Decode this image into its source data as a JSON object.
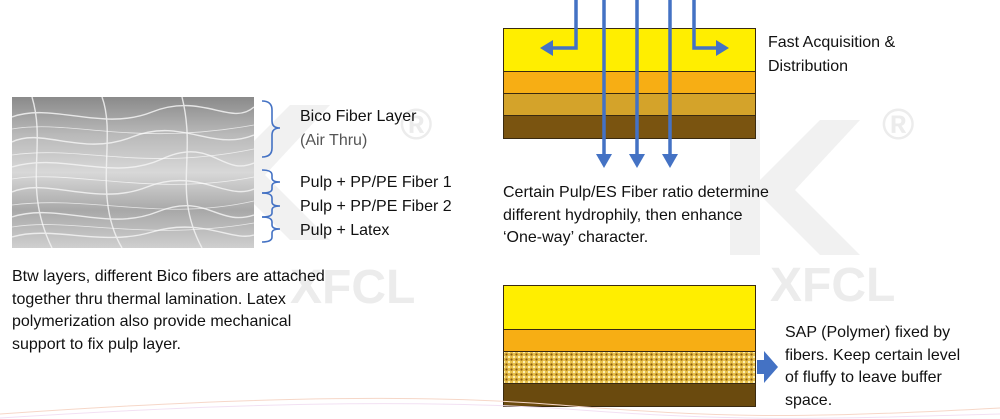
{
  "colors": {
    "yellow": "#FFEE00",
    "orange": "#F7AE14",
    "tan": "#D4A32A",
    "brown": "#7A5410",
    "dark_brown": "#6A4A0E",
    "arrow_blue": "#4472C4"
  },
  "left_panel": {
    "photo_icon": "fiber-texture-photo",
    "layer_labels": {
      "bico_line1": "Bico Fiber Layer",
      "bico_line2": "(Air Thru)",
      "pulp1": "Pulp + PP/PE Fiber 1",
      "pulp2": "Pulp + PP/PE Fiber 2",
      "pulp3": "Pulp + Latex"
    },
    "description": [
      "Btw layers, different Bico fibers are attached",
      "together thru thermal lamination. Latex",
      "polymerization also provide mechanical",
      "support to fix pulp layer."
    ]
  },
  "top_right": {
    "label_line1": "Fast Acquisition &",
    "label_line2": "Distribution",
    "description": [
      "Certain Pulp/ES Fiber ratio determine",
      "different hydrophily, then enhance",
      "‘One-way’ character."
    ]
  },
  "bottom_right": {
    "description": [
      "SAP (Polymer) fixed by",
      "fibers. Keep certain level",
      "of fluffy to leave buffer",
      "space."
    ]
  },
  "watermark": {
    "brand": "XFCL",
    "registered": "®"
  }
}
